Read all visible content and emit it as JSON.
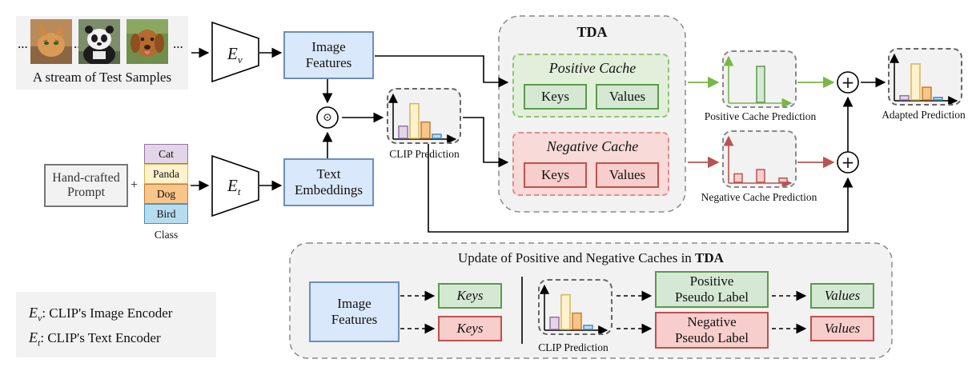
{
  "stream": {
    "dots_left": "...",
    "dots_mid": "...",
    "dots_right": "...",
    "caption": "A stream of Test Samples",
    "images": [
      "cat-photo",
      "panda-photo",
      "dog-photo"
    ]
  },
  "encoders": {
    "image": {
      "symbol": "E",
      "sub": "v"
    },
    "text": {
      "symbol": "E",
      "sub": "t"
    }
  },
  "image_features": {
    "line1": "Image",
    "line2": "Features"
  },
  "text_embeddings": {
    "line1": "Text",
    "line2": "Embeddings"
  },
  "prompt": {
    "line1": "Hand-crafted",
    "line2": "Prompt",
    "plus": "+"
  },
  "classes": {
    "items": [
      "Cat",
      "Panda",
      "Dog",
      "Bird"
    ],
    "caption": "Class"
  },
  "dot_product": "⊙",
  "clip_prediction": {
    "caption": "CLIP Prediction",
    "values": [
      0.3,
      0.85,
      0.4,
      0.1
    ]
  },
  "tda": {
    "title": "TDA",
    "positive_cache": {
      "title": "Positive Cache",
      "keys": "Keys",
      "values": "Values"
    },
    "negative_cache": {
      "title": "Negative Cache",
      "keys": "Keys",
      "values": "Values"
    }
  },
  "positive_prediction": {
    "caption": "Positive Cache Prediction",
    "values": [
      0,
      0.85,
      0
    ]
  },
  "negative_prediction": {
    "caption": "Negative Cache Prediction",
    "values": [
      0.2,
      0.3,
      0.1
    ]
  },
  "adapted_prediction": {
    "caption": "Adapted Prediction",
    "values": [
      0.1,
      0.85,
      0.3,
      0.06
    ]
  },
  "plus_symbol": "+",
  "update": {
    "title_prefix": "Update of Positive and Negative Caches in ",
    "title_bold": "TDA",
    "image_features": {
      "line1": "Image",
      "line2": "Features"
    },
    "keys_pos": "Keys",
    "keys_neg": "Keys",
    "clip_caption": "CLIP Prediction",
    "positive_label": {
      "line1": "Positive",
      "line2": "Pseudo Label"
    },
    "negative_label": {
      "line1": "Negative",
      "line2": "Pseudo Label"
    },
    "values_pos": "Values",
    "values_neg": "Values"
  },
  "legend": {
    "ev": {
      "symbol": "E",
      "sub": "v",
      "text": ": CLIP's Image Encoder"
    },
    "et": {
      "symbol": "E",
      "sub": "t",
      "text": ": CLIP's Text Encoder"
    }
  },
  "colors": {
    "blue_fill": "#dae8fc",
    "blue_border": "#6c8ebf",
    "green_fill": "#d5e8d4",
    "green_border": "#5a9a4a",
    "red_fill": "#f8cecc",
    "red_border": "#c0504d",
    "bar_purple": "#e1d5e7",
    "bar_yellow": "#fff2cc",
    "bar_orange": "#f8c58a",
    "bar_blue": "#b8dcef"
  }
}
